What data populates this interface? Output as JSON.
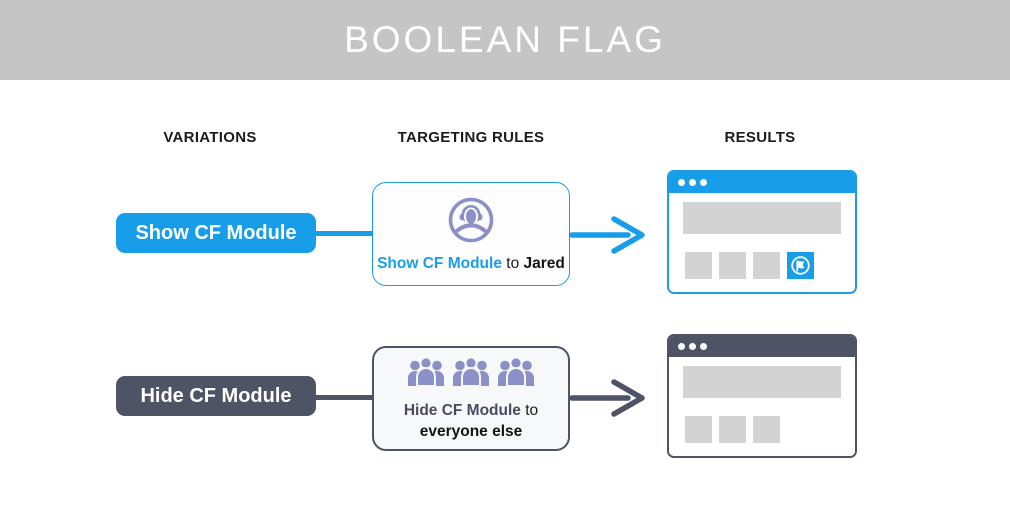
{
  "title": "BOOLEAN FLAG",
  "columns": {
    "variations": "VARIATIONS",
    "targeting": "TARGETING RULES",
    "results": "RESULTS"
  },
  "colors": {
    "banner_bg": "#c5c5c5",
    "accent_blue": "#189de8",
    "accent_dark": "#4e5365",
    "icon_purple": "#8b90c6",
    "placeholder_gray": "#d3d3d3",
    "card_hide_bg": "#f7f8fa"
  },
  "rows": [
    {
      "variation_label": "Show CF Module",
      "rule": {
        "flag_name": "Show CF Module",
        "connector_word": "to",
        "audience": "Jared",
        "icon": "single-user-icon"
      },
      "result": {
        "window_style": "blue",
        "shows_flag_tile": true,
        "tile_icon": "feature-flag-icon"
      }
    },
    {
      "variation_label": "Hide CF Module",
      "rule": {
        "flag_name": "Hide CF Module",
        "connector_word": "to",
        "audience": "everyone else",
        "icon": "crowd-icon"
      },
      "result": {
        "window_style": "dark",
        "shows_flag_tile": false
      }
    }
  ]
}
